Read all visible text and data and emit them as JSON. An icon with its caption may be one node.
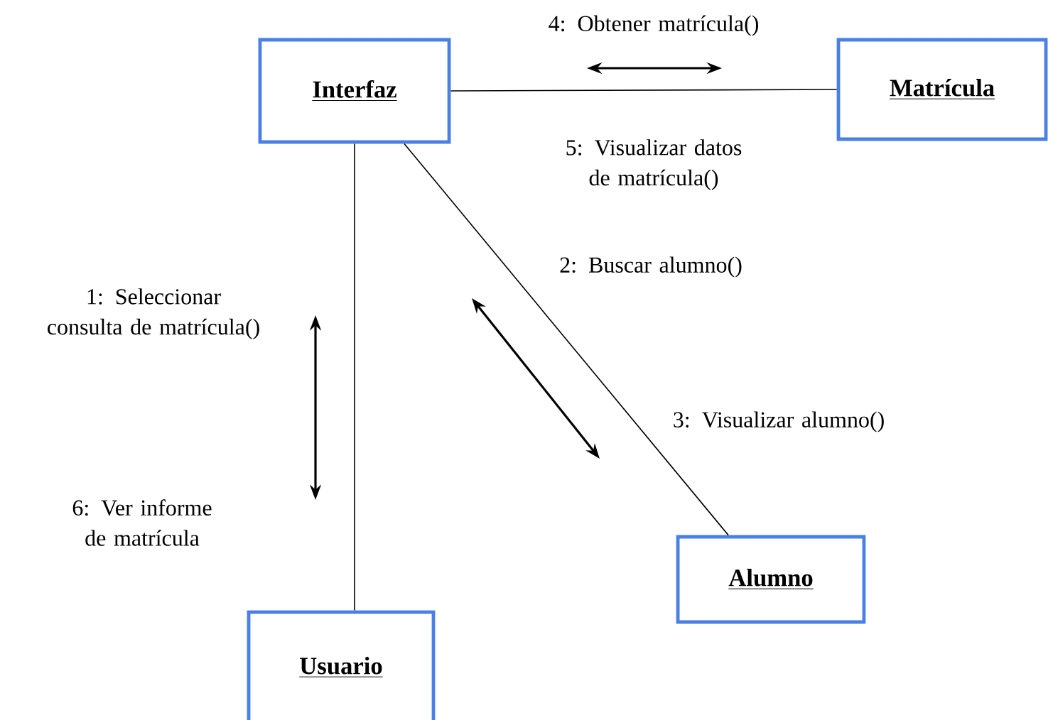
{
  "diagram": {
    "nodes": [
      {
        "text": [
          "Interfaz"
        ]
      },
      {
        "text": [
          "Matrícula"
        ]
      },
      {
        "text": [
          "Alumno"
        ]
      },
      {
        "text": [
          "Usuario"
        ]
      }
    ],
    "edges": [
      {
        "from": 0,
        "to": 1,
        "arrow": "none"
      },
      {
        "from": 0,
        "to": 2,
        "arrow": "none"
      },
      {
        "from": 0,
        "to": 3,
        "arrow": "none"
      }
    ],
    "labels": [
      "4: Obtener matrícula()",
      "5: Visualizar datos de matrícula()",
      "2: Buscar alumno()",
      "1: Seleccionar consulta de matrícula()",
      "3: Visualizar alumno()",
      "6: Ver informe de matrícula"
    ]
  }
}
